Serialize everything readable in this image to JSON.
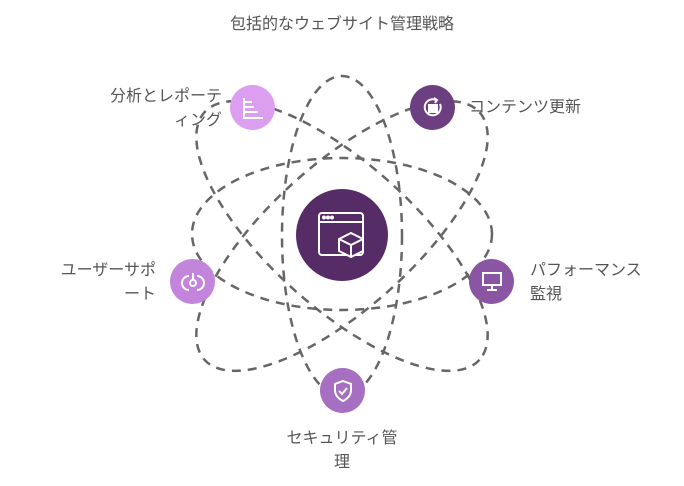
{
  "title": "包括的なウェブサイト管理戦略",
  "center": {
    "icon": "browser-box-icon",
    "color": "#552c66"
  },
  "nodes": [
    {
      "id": "reporting",
      "label": "分析とレポーティング",
      "line1": "分析とレポーテ",
      "line2": "ィング",
      "icon": "bar-chart-icon",
      "color": "#dc9ff0"
    },
    {
      "id": "content",
      "label": "コンテンツ更新",
      "line1": "コンテンツ更新",
      "line2": "",
      "icon": "refresh-document-icon",
      "color": "#6b3f80"
    },
    {
      "id": "support",
      "label": "ユーザーサポート",
      "line1": "ユーザーサポ",
      "line2": "ート",
      "icon": "support-icon",
      "color": "#c385dc"
    },
    {
      "id": "performance",
      "label": "パフォーマンス監視",
      "line1": "パフォーマンス",
      "line2": "監視",
      "icon": "monitor-icon",
      "color": "#8a56a3"
    },
    {
      "id": "security",
      "label": "セキュリティ管理",
      "line1": "セキュリティ管",
      "line2": "理",
      "icon": "shield-check-icon",
      "color": "#a66fc2"
    }
  ]
}
